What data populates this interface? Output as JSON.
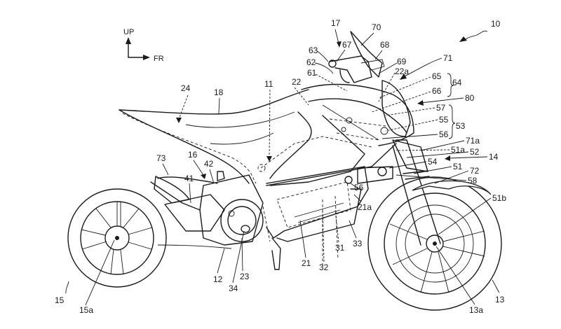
{
  "figure": {
    "type": "patent-drawing",
    "subject": "side view of electric motorcycle",
    "direction_indicator": {
      "up_label": "UP",
      "forward_label": "FR"
    },
    "reference_numerals": {
      "vehicle": "10",
      "frame": "11",
      "power_unit": "12",
      "front_wheel": "13",
      "front_wheel_axle": "13a",
      "front_fork_unit": "14",
      "rear_wheel": "15",
      "rear_wheel_axle": "15a",
      "swing_arm": "16",
      "handlebar_unit": "17",
      "seat": "18",
      "battery": "21",
      "battery_part": "21a",
      "body_cover": "22",
      "body_cover_part": "22a",
      "part_23": "23",
      "rear_cover": "24",
      "part_31": "31",
      "part_32": "32",
      "part_33": "33",
      "stand": "34",
      "part_41": "41",
      "part_42": "42",
      "fork": "51",
      "fork_upper": "51a",
      "fork_lower": "51b",
      "part_52": "52",
      "group_53": "53",
      "part_54": "54",
      "part_55": "55",
      "part_56": "56",
      "part_57": "57",
      "part_58": "58",
      "part_61": "61",
      "part_62": "62",
      "part_63": "63",
      "group_64": "64",
      "part_65": "65",
      "part_66": "66",
      "part_67": "67",
      "part_68": "68",
      "part_69": "69",
      "windscreen": "70",
      "front_cowl": "71",
      "front_cowl_part": "71a",
      "front_fender": "72",
      "rear_fender": "73",
      "headlight_unit": "80"
    }
  }
}
